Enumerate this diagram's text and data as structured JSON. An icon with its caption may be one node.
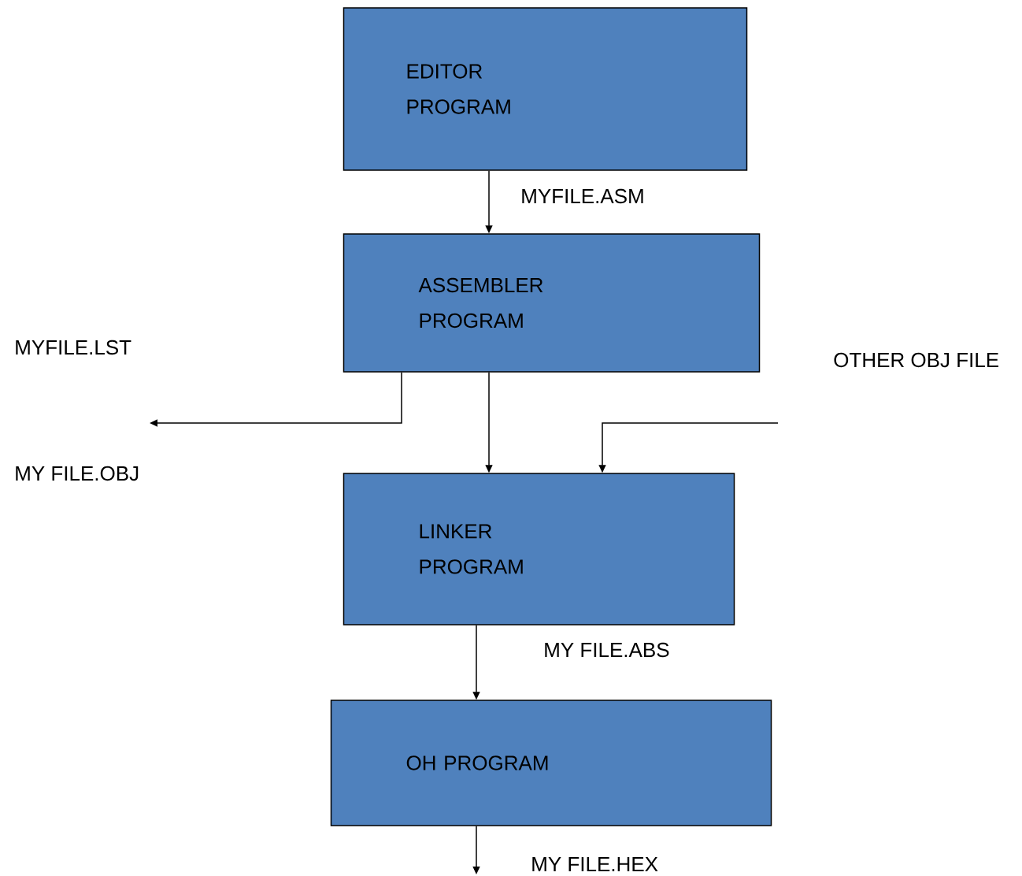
{
  "diagram": {
    "nodes": [
      {
        "text": [
          "EDITOR PROGRAM"
        ]
      },
      {
        "text": [
          "ASSEMBLER PROGRAM"
        ]
      },
      {
        "text": [
          "LINKER PROGRAM"
        ]
      },
      {
        "text": [
          "OH PROGRAM"
        ]
      }
    ],
    "edges": [
      {
        "from": 0,
        "to": 1,
        "arrow": "to",
        "label": "MYFILE.ASM"
      },
      {
        "from": 1,
        "to": null,
        "arrow": "to"
      },
      {
        "from": 1,
        "to": 2,
        "arrow": "to"
      },
      {
        "from": null,
        "to": 2,
        "arrow": "to",
        "label": "OTHER OBJ FILE"
      },
      {
        "from": 2,
        "to": 3,
        "arrow": "to",
        "label": "MY FILE.ABS"
      },
      {
        "from": 3,
        "to": null,
        "arrow": "to",
        "label": "MY FILE.HEX"
      }
    ],
    "labels": [
      "MYFILE.LST",
      "MY FILE.OBJ"
    ]
  }
}
